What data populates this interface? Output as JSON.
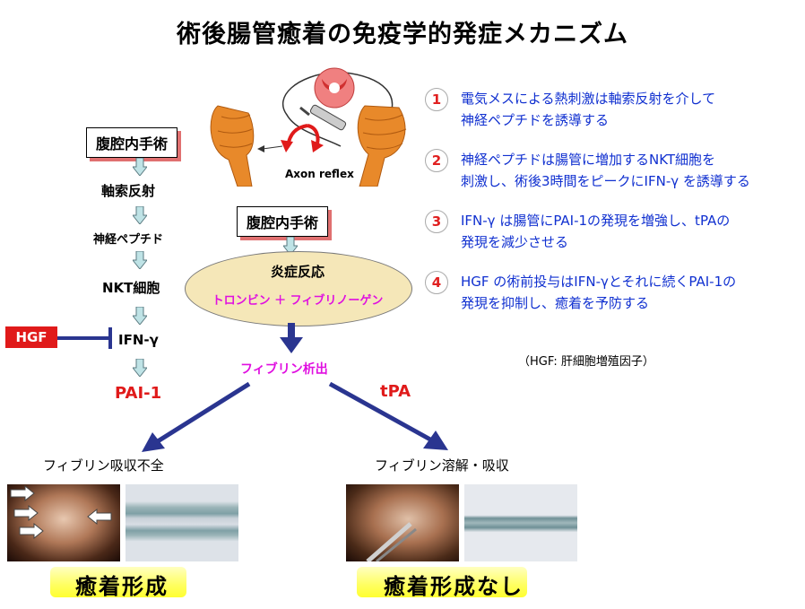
{
  "title": "術後腸管癒着の免疫学的発症メカニズム",
  "left_flow": {
    "start_box": "腹腔内手術",
    "steps": [
      "軸索反射",
      "神経ペプチド",
      "NKT細胞",
      "IFN-γ",
      "PAI-1"
    ],
    "hgf_label": "HGF"
  },
  "center": {
    "axon_reflex_label": "Axon reflex",
    "box": "腹腔内手術",
    "ellipse_title": "炎症反応",
    "ellipse_sub": "トロンビン ＋ フィブリノーゲン",
    "fibrin_label": "フィブリン析出",
    "tpa_label": "tPA"
  },
  "notes": [
    {
      "num": "1",
      "lines": [
        "電気メスによる熱刺激は軸索反射を介して",
        "神経ペプチドを誘導する"
      ]
    },
    {
      "num": "2",
      "lines": [
        "神経ペプチドは腸管に増加するNKT細胞を",
        "刺激し、術後3時間をピークにIFN-γ を誘導する"
      ]
    },
    {
      "num": "3",
      "lines": [
        "IFN-γ は腸管にPAI-1の発現を増強し、tPAの",
        "発現を減少させる"
      ]
    },
    {
      "num": "4",
      "lines": [
        "HGF の術前投与はIFN-γとそれに続くPAI-1の",
        "発現を抑制し、癒着を予防する"
      ]
    }
  ],
  "hgf_footnote": "（HGF: 肝細胞増殖因子）",
  "outcomes": {
    "left_caption": "フィブリン吸収不全",
    "right_caption": "フィブリン溶解・吸収",
    "left_result": "癒着形成",
    "right_result": "癒着形成なし"
  },
  "colors": {
    "red": "#e01a1a",
    "blue_text": "#1030d0",
    "arrow_navy": "#2a3590",
    "magenta": "#e010e0",
    "ellipse_fill": "#f5e7b8",
    "intestine": "#e8892a"
  }
}
